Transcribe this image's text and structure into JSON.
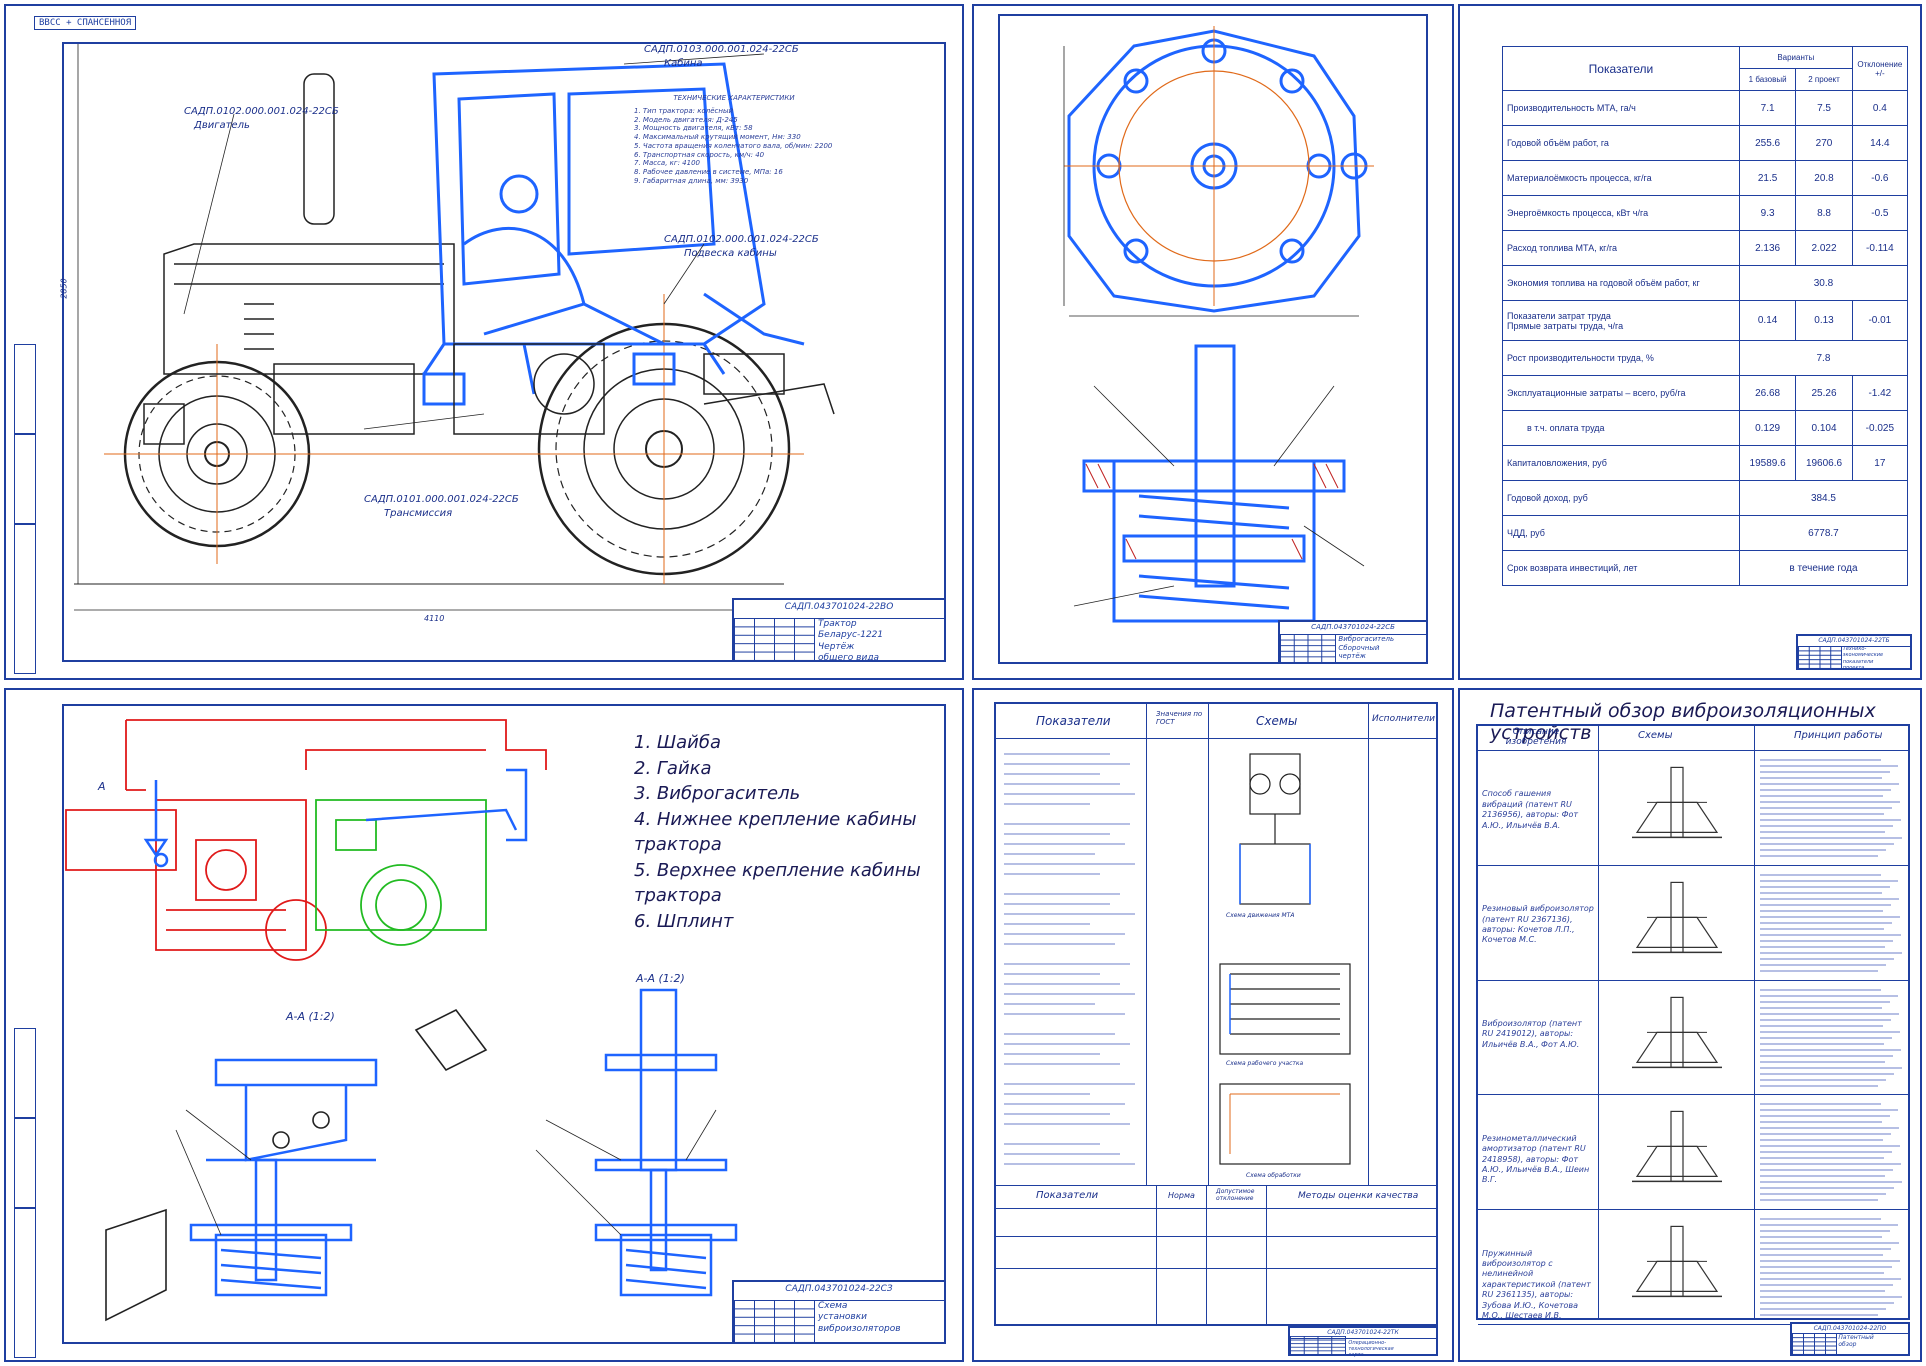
{
  "sheet1": {
    "top_code": "ВВСС + СПАНСЕННОЯ",
    "callouts": {
      "cab": "САДП.0103.000.001.024-22СБ",
      "cab_name": "Кабина",
      "engine": "САДП.0102.000.001.024-22СБ",
      "engine_name": "Двигатель",
      "suspension": "САДП.0102.000.001.024-22СБ",
      "suspension_name": "Подвеска кабины",
      "transmission": "САДП.0101.000.001.024-22СБ",
      "transmission_name": "Трансмиссия"
    },
    "specs_title": "ТЕХНИЧЕСКИЕ ХАРАКТЕРИСТИКИ",
    "specs": [
      "1. Тип трактора: колёсный",
      "2. Модель двигателя: Д-245",
      "3. Мощность двигателя, кВт: 58",
      "4. Максимальный крутящий момент, Нм: 330",
      "5. Частота вращения коленчатого вала, об/мин: 2200",
      "6. Транспортная скорость, км/ч: 40",
      "7. Масса, кг: 4100",
      "8. Рабочее давление в системе, МПа: 16",
      "9. Габаритная длина, мм: 3930"
    ],
    "dim_height": "2850",
    "dim_length": "4110",
    "stamp_code": "САДП.043701024-22ВО",
    "stamp_title": "Трактор Беларус-1221\nЧертёж общего вида"
  },
  "sheet2": {
    "stamp_code": "САДП.043701024-22СБ",
    "stamp_title": "Виброгаситель\nСборочный чертёж"
  },
  "sheet3": {
    "stamp_code": "САДП.043701024-22ТБ",
    "stamp_title": "Технико-экономические показатели проекта",
    "header": {
      "indicator": "Показатели",
      "variants": "Варианты",
      "base": "1 базовый",
      "proj": "2 проект",
      "deviation": "Отклонение +/-"
    },
    "rows": [
      {
        "name": "Производительность МТА, га/ч",
        "v1": "7.1",
        "v2": "7.5",
        "d": "0.4"
      },
      {
        "name": "Годовой объём работ, га",
        "v1": "255.6",
        "v2": "270",
        "d": "14.4"
      },
      {
        "name": "Материалоёмкость процесса, кг/га",
        "v1": "21.5",
        "v2": "20.8",
        "d": "-0.6"
      },
      {
        "name": "Энергоёмкость процесса, кВт ч/га",
        "v1": "9.3",
        "v2": "8.8",
        "d": "-0.5"
      },
      {
        "name": "Расход топлива МТА, кг/га",
        "v1": "2.136",
        "v2": "2.022",
        "d": "-0.114"
      },
      {
        "name": "Экономия топлива на годовой объём работ, кг",
        "v1": "30.8",
        "v2": "",
        "d": "",
        "merged": true
      },
      {
        "name": "Показатели затрат труда\nПрямые затраты труда, ч/га",
        "v1": "0.14",
        "v2": "0.13",
        "d": "-0.01",
        "bold_head": true
      },
      {
        "name": "Рост производительности труда, %",
        "v1": "7.8",
        "v2": "",
        "d": "",
        "merged": true
      },
      {
        "name": "Эксплуатационные затраты – всего, руб/га",
        "v1": "26.68",
        "v2": "25.26",
        "d": "-1.42"
      },
      {
        "name": "в т.ч. оплата труда",
        "v1": "0.129",
        "v2": "0.104",
        "d": "-0.025",
        "indent": true
      },
      {
        "name": "Капиталовложения, руб",
        "v1": "19589.6",
        "v2": "19606.6",
        "d": "17"
      },
      {
        "name": "Годовой доход, руб",
        "v1": "384.5",
        "v2": "",
        "d": "",
        "merged": true
      },
      {
        "name": "ЧДД, руб",
        "v1": "6778.7",
        "v2": "",
        "d": "",
        "merged": true
      },
      {
        "name": "Срок возврата инвестиций, лет",
        "v1": "в течение года",
        "v2": "",
        "d": "",
        "merged": true
      }
    ]
  },
  "sheet4": {
    "legend": [
      "1. Шайба",
      "2. Гайка",
      "3. Виброгаситель",
      "4. Нижнее крепление кабины трактора",
      "5. Верхнее крепление кабины трактора",
      "6. Шплинт"
    ],
    "section1": "А-А (1:2)",
    "section2": "А-А (1:2)",
    "marker": "А",
    "stamp_code": "САДП.043701024-22СЗ",
    "stamp_title": "Схема установки\nвиброизоляторов"
  },
  "sheet5": {
    "col1": "Показатели",
    "col2": "Значения по ГОСТ",
    "col3": "Схемы",
    "col4": "Исполнители",
    "bottom_headers": [
      "Показатели",
      "Норма",
      "Допустимое отклонение",
      "Методы оценки качества"
    ],
    "scheme_caption1": "Схема движения МТА",
    "scheme_caption2": "Схема рабочего участка",
    "scheme_caption3": "Схема обработки",
    "stamp_code": "САДП.043701024-22ТК",
    "stamp_title": "Операционно-технологическая карта"
  },
  "sheet6": {
    "title": "Патентный обзор виброизоляционных устройств",
    "headers": [
      "Описание изобретения",
      "Схемы",
      "Принцип работы"
    ],
    "rows": [
      "Способ гашения вибраций (патент RU 2136956), авторы: Фот А.Ю., Ильичёв В.А.",
      "Резиновый виброизолятор (патент RU 2367136), авторы: Кочетов Л.П., Кочетов М.С.",
      "Виброизолятор (патент RU 2419012), авторы: Ильичёв В.А., Фот А.Ю.",
      "Резинометаллический амортизатор (патент RU 2418958), авторы: Фот А.Ю., Ильичёв В.А., Шеин В.Г.",
      "Пружинный виброизолятор с нелинейной характеристикой (патент RU 2361135), авторы: Зубова И.Ю., Кочетова М.О., Шестаев И.В."
    ],
    "stamp_code": "САДП.043701024-22ПО",
    "stamp_title": "Патентный обзор"
  }
}
